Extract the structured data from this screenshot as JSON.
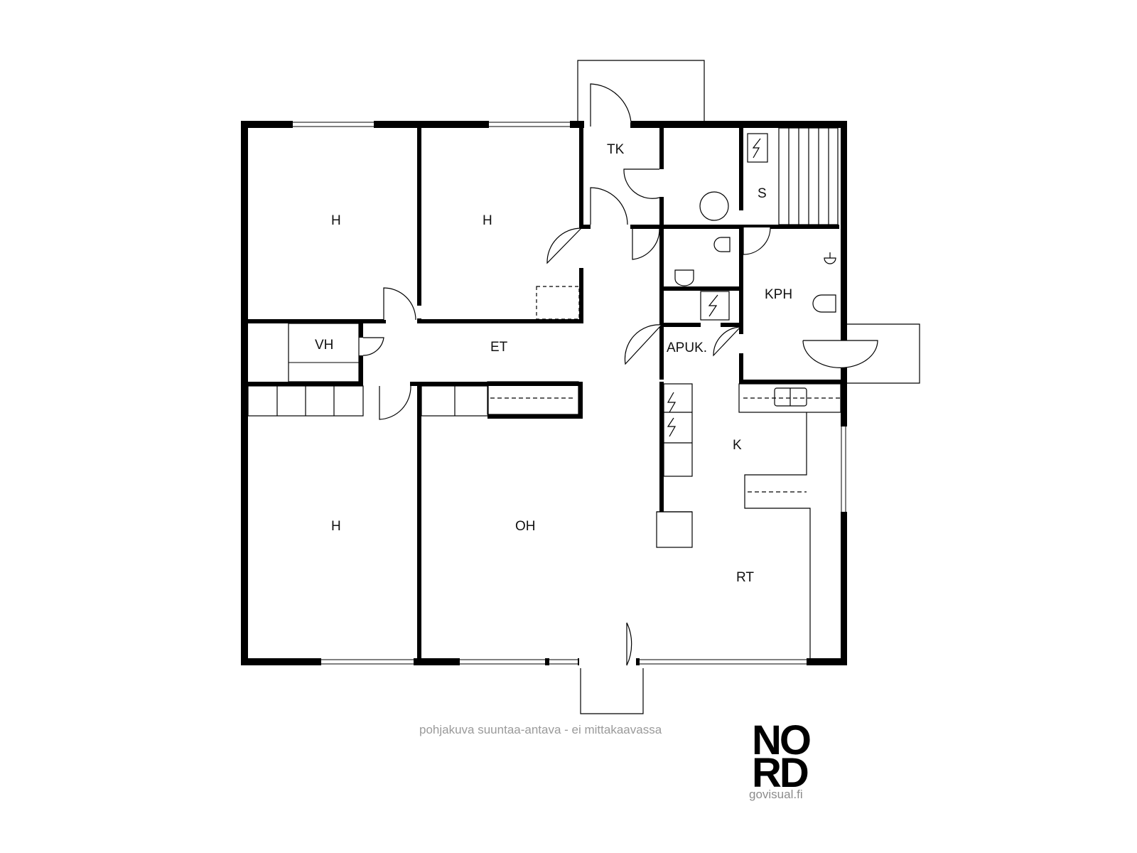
{
  "rooms": {
    "h_top_left": "H",
    "h_top_mid": "H",
    "h_bottom_left": "H",
    "tk": "TK",
    "s": "S",
    "vh": "VH",
    "et": "ET",
    "apuk": "APUK.",
    "kph": "KPH",
    "k": "K",
    "oh": "OH",
    "rt": "RT"
  },
  "footer": {
    "caption": "pohjakuva suuntaa-antava - ei mittakaavassa",
    "logo_line1": "NO",
    "logo_line2": "RD",
    "url": "govisual.fi"
  },
  "colors": {
    "wall": "#000000",
    "caption": "#9a9a9a"
  }
}
